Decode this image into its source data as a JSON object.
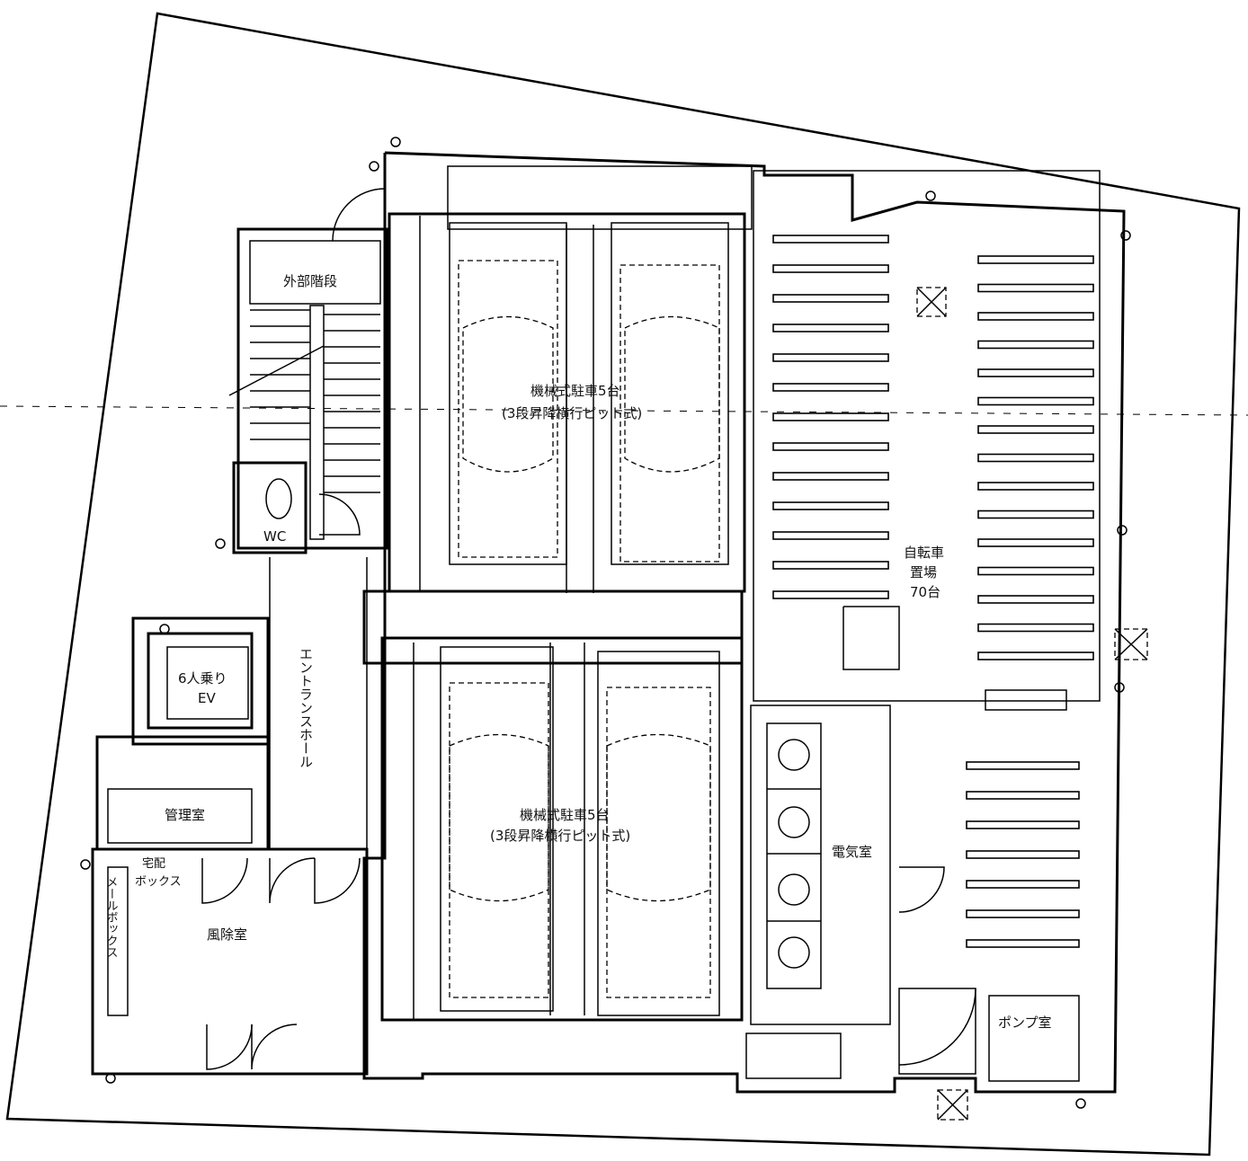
{
  "rooms": {
    "exterior_stairs": "外部階段",
    "wc": "WC",
    "elevator_line1": "6人乗り",
    "elevator_line2": "EV",
    "entrance_hall": "エントランスホール",
    "management_room": "管理室",
    "delivery_box_line1": "宅配",
    "delivery_box_line2": "ボックス",
    "mail_box": "メールボックス",
    "windbreak_room": "風除室",
    "parking_upper_line1": "機械式駐車5台",
    "parking_upper_line2": "(3段昇降横行ピット式)",
    "parking_lower_line1": "機械式駐車5台",
    "parking_lower_line2": "(3段昇降横行ピット式)",
    "bicycle_line1": "自転車",
    "bicycle_line2": "置場",
    "bicycle_line3": "70台",
    "electric_room": "電気室",
    "pump_room": "ポンプ室"
  }
}
